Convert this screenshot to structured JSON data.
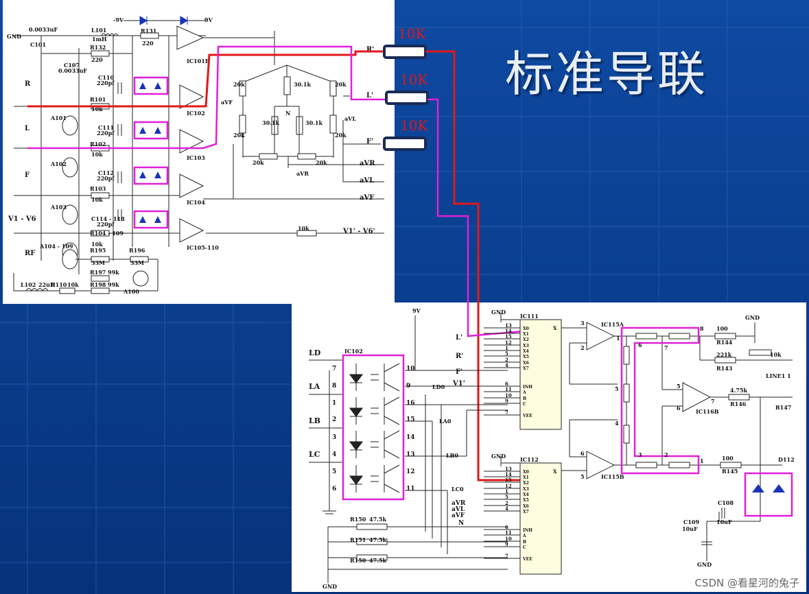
{
  "slide": {
    "title": "标准导联",
    "watermark": "CSDN @看星河的兔子"
  },
  "resistor_labels": [
    "10K",
    "10K",
    "10K"
  ],
  "top": {
    "supply": [
      "-9V",
      "9V"
    ],
    "gnd": "GND",
    "comps": {
      "c101": "0.0033uF",
      "c101_ref": "C101",
      "l101": "L101",
      "l101_val": "1mH",
      "r131": "R131",
      "r131_val": "220",
      "r132": "R132",
      "r132_val": "220",
      "c107": "C107",
      "c107_val": "0.0033uF",
      "c110": "C110",
      "c110_val": "220pf",
      "c111": "C111",
      "c111_val": "220pf",
      "c112": "C112",
      "c112_val": "220pf",
      "c114": "C114 - 118",
      "c114_val": "220pf",
      "r101": "R101",
      "r102": "R102",
      "r103": "R103",
      "r104": "R104 - 109",
      "r10k": "10k",
      "r195": "R195",
      "r196": "R196",
      "r33m": "33M",
      "r197": "R197",
      "r198": "R198",
      "r99k": "99k",
      "l102": "L102",
      "l102_val": "22uH",
      "r110": "R110",
      "r110_val": "10k",
      "a100": "A100"
    },
    "ics": [
      "IC101B",
      "IC102",
      "IC103",
      "IC104",
      "IC105-110"
    ],
    "inputs": [
      "R",
      "L",
      "F",
      "V1 - V6",
      "RF"
    ],
    "arresters": [
      "A101",
      "A102",
      "A103",
      "A104 - 109"
    ],
    "network": {
      "r20k": "20k",
      "r301k": "30.1k",
      "n": "N",
      "avf": "aVF",
      "avl": "aVL",
      "avr": "aVR"
    },
    "outputs": [
      "R'",
      "L'",
      "F'",
      "aVR",
      "aVL",
      "aVF",
      "V1' - V6'"
    ],
    "out_r": "10k"
  },
  "bottom": {
    "gnd": "GND",
    "supply": "9V",
    "ic102": "IC102",
    "leads": [
      "LD",
      "LA",
      "LB",
      "LC"
    ],
    "opto_pins_left": [
      "7",
      "8",
      "1",
      "2",
      "3",
      "4",
      "5",
      "6"
    ],
    "opto_pins_right": [
      "10",
      "9",
      "16",
      "15",
      "14",
      "13",
      "12",
      "11"
    ],
    "select_lines": [
      "LD0",
      "LA0",
      "LB0",
      "LC0"
    ],
    "mux1": {
      "name": "IC111",
      "inputs": [
        "L'",
        "R'",
        "F'",
        "V1'"
      ]
    },
    "mux2": {
      "name": "IC112",
      "inputs": [
        "aVR",
        "aVL",
        "aVF",
        "N"
      ]
    },
    "mux_pins": [
      "X0",
      "X1",
      "X2",
      "X3",
      "X4",
      "X5",
      "X6",
      "X7",
      "INH",
      "A",
      "B",
      "C",
      "VEE"
    ],
    "mux_pin_nums": [
      "13",
      "14",
      "15",
      "12",
      "1",
      "5",
      "2",
      "4",
      "6",
      "11",
      "10",
      "9",
      "7"
    ],
    "x_label": "X",
    "amps": [
      "IC115A",
      "IC115B",
      "IC116B"
    ],
    "res": {
      "r144": "R144",
      "r100": "100",
      "r143": "R143",
      "r221": "221k",
      "r10k": "10k",
      "r146": "R146",
      "r475": "4.75k",
      "r145": "R145",
      "r147": "R147",
      "r150": "R150",
      "r151": "R151",
      "r47": "47.5k"
    },
    "caps": {
      "c108": "C108",
      "c109": "C109",
      "cval": "10uF"
    },
    "diode": "D112",
    "line_out": "LINE1 1",
    "pin_nums": {
      "p3": "3",
      "p2": "2",
      "p1": "1",
      "p8": "8",
      "p6": "6",
      "p7": "7",
      "p5": "5",
      "p4": "4"
    }
  }
}
